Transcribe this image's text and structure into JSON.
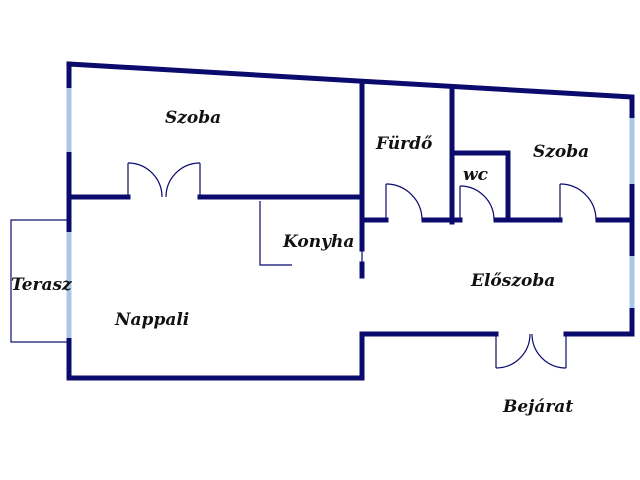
{
  "rooms": {
    "szoba_left": "Szoba",
    "furdo": "Fürdő",
    "wc": "wc",
    "szoba_right": "Szoba",
    "konyha": "Konyha",
    "terasz": "Terasz",
    "nappali": "Nappali",
    "eloszoba": "Előszoba",
    "bejarat": "Bejárat"
  },
  "colors": {
    "wall": "#0b0b6e",
    "window": "#a9c8e8",
    "text": "#111111"
  }
}
